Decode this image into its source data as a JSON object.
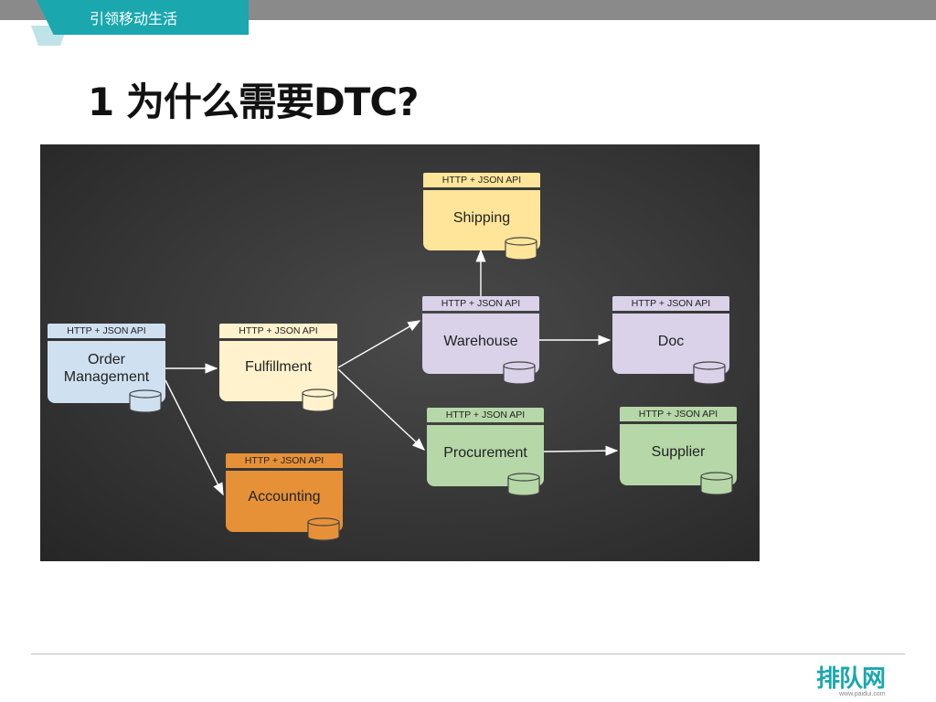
{
  "header": {
    "tagline": "引领移动生活"
  },
  "slide": {
    "title": "1 为什么需要DTC?"
  },
  "diagram": {
    "api_label": "HTTP + JSON API",
    "services": {
      "order": "Order\nManagement",
      "fulfillment": "Fulfillment",
      "accounting": "Accounting",
      "warehouse": "Warehouse",
      "shipping": "Shipping",
      "doc": "Doc",
      "procurement": "Procurement",
      "supplier": "Supplier"
    }
  },
  "footer": {
    "logo": "排队网",
    "url": "www.paidui.com"
  },
  "colors": {
    "accent": "#1aa7ae",
    "order": "#cfe0f1",
    "fulfillment": "#fff2cc",
    "accounting": "#e69138",
    "shipping": "#ffe599",
    "warehouse": "#d9d2e9",
    "procurement": "#b6d7a8"
  }
}
